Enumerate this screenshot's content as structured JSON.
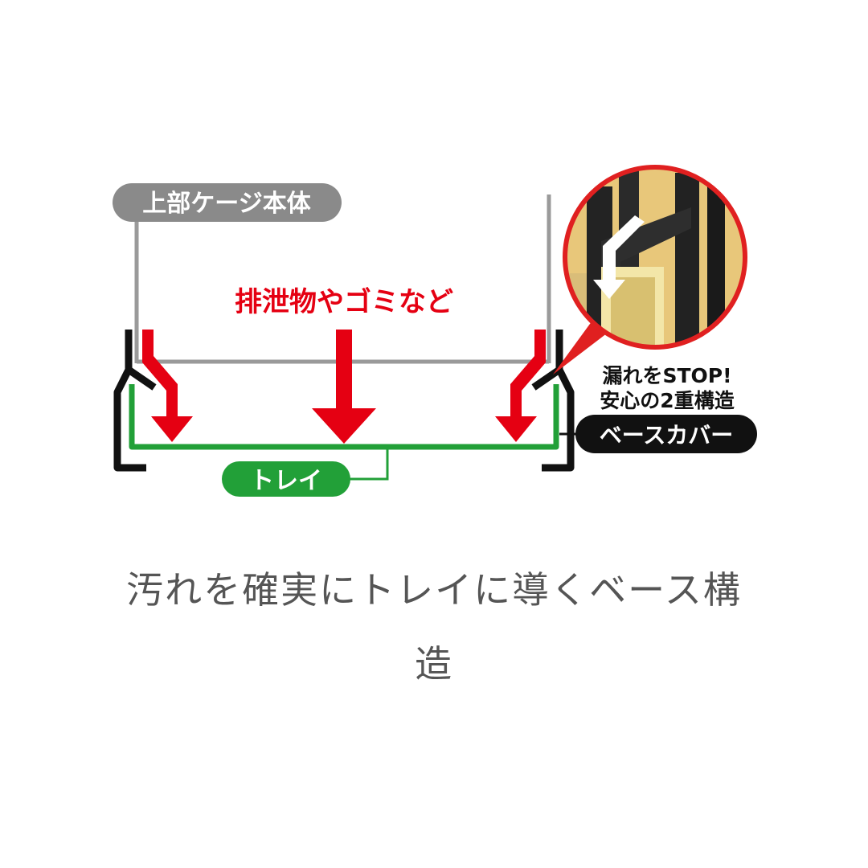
{
  "labels": {
    "upper_cage": "上部ケージ本体",
    "waste": "排泄物やゴミなど",
    "leak_stop_line1": "漏れをSTOP!",
    "leak_stop_line2": "安心の2重構造",
    "base_cover": "ベースカバー",
    "tray": "トレイ"
  },
  "caption": {
    "line1": "汚れを確実にトレイに導くベース構",
    "line2": "造"
  },
  "colors": {
    "cage_gray": "#9a9a9a",
    "label_gray": "#8a8a8a",
    "arrow_red": "#e50012",
    "tray_green": "#22a038",
    "base_black": "#111111",
    "zoom_border_red": "#e02020",
    "zoom_background_yellow": "#e8c77a",
    "zoom_dark": "#2a2a2a"
  },
  "icons": {
    "zoom_arrow": "white-down-arrow-icon",
    "flow_arrow": "red-down-arrow-icon"
  }
}
